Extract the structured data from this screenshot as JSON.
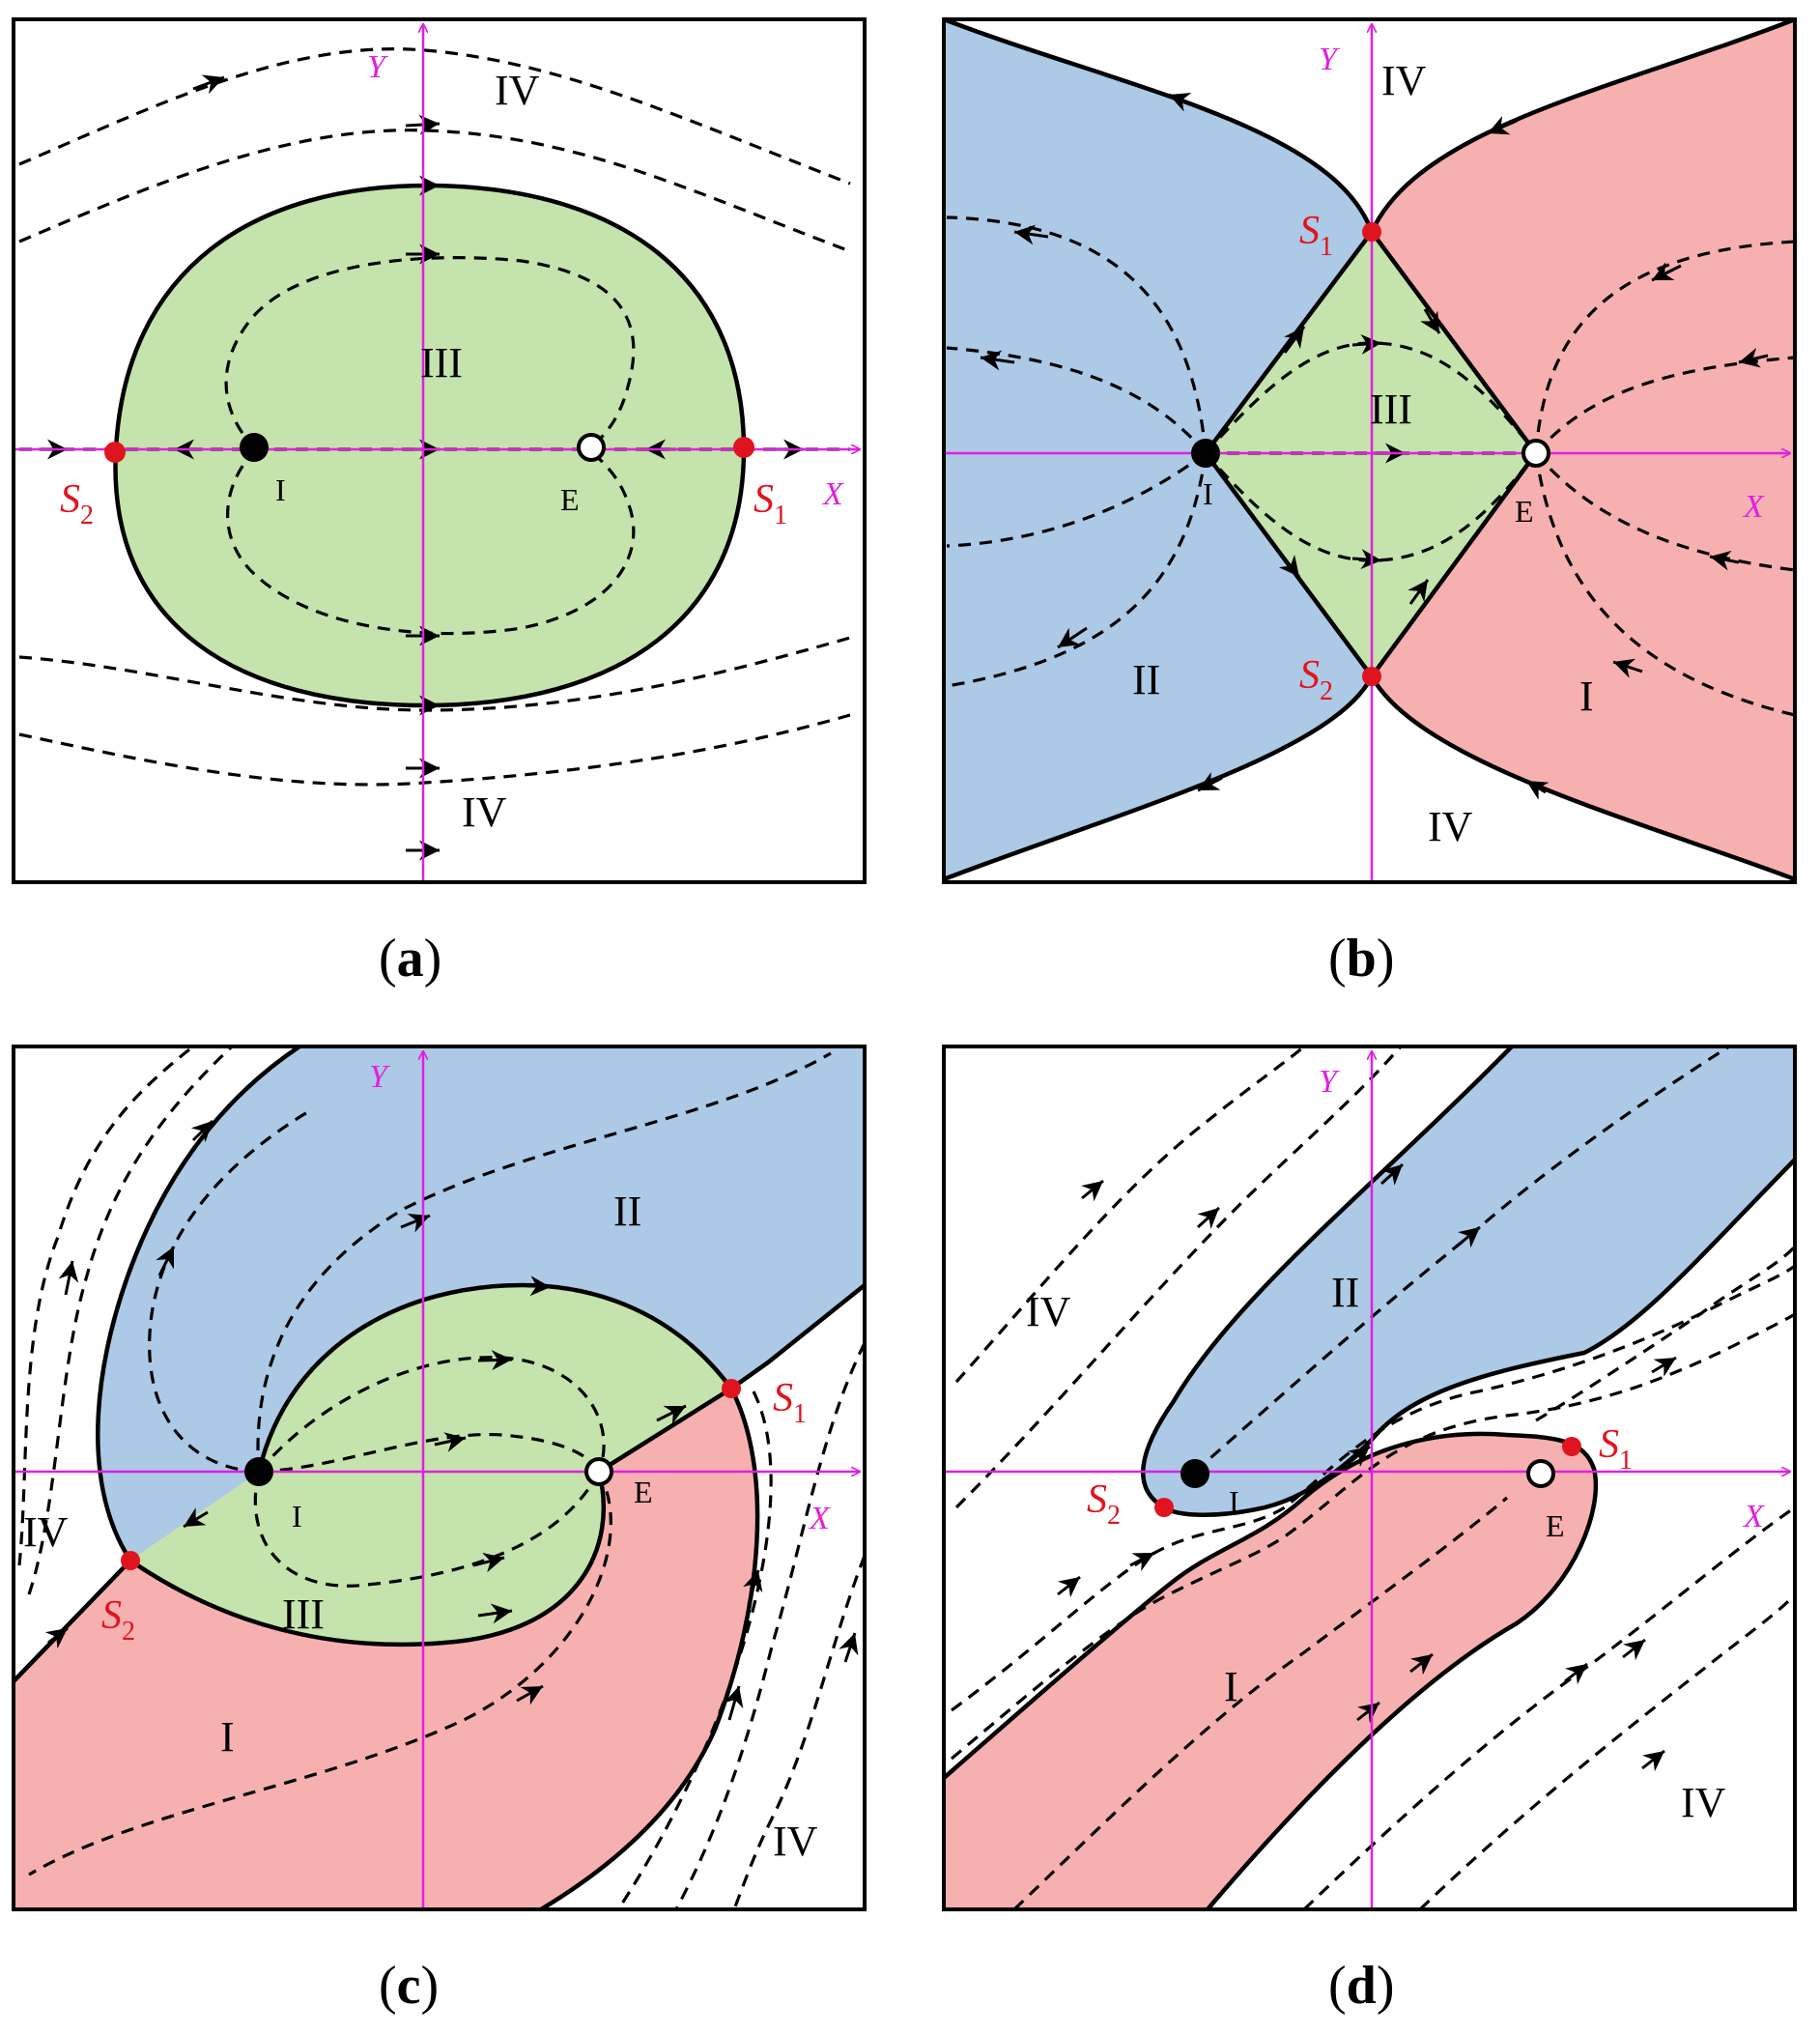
{
  "colors": {
    "green": "#c5e3ac",
    "blue": "#acc9e6",
    "pink": "#f7b0b0",
    "axis": "#e020e0",
    "saddle": "#e0141e"
  },
  "axes": {
    "x": "X",
    "y": "Y"
  },
  "regions": {
    "r1": "I",
    "r2": "II",
    "r3": "III",
    "r4": "IV"
  },
  "points": {
    "stable": "I",
    "unstable": "E",
    "saddle1": {
      "letter": "S",
      "sub": "1"
    },
    "saddle2": {
      "letter": "S",
      "sub": "2"
    }
  },
  "captions": {
    "a": {
      "open": "(",
      "letter": "a",
      "close": ")"
    },
    "b": {
      "open": "(",
      "letter": "b",
      "close": ")"
    },
    "c": {
      "open": "(",
      "letter": "c",
      "close": ")"
    },
    "d": {
      "open": "(",
      "letter": "d",
      "close": ")"
    }
  }
}
